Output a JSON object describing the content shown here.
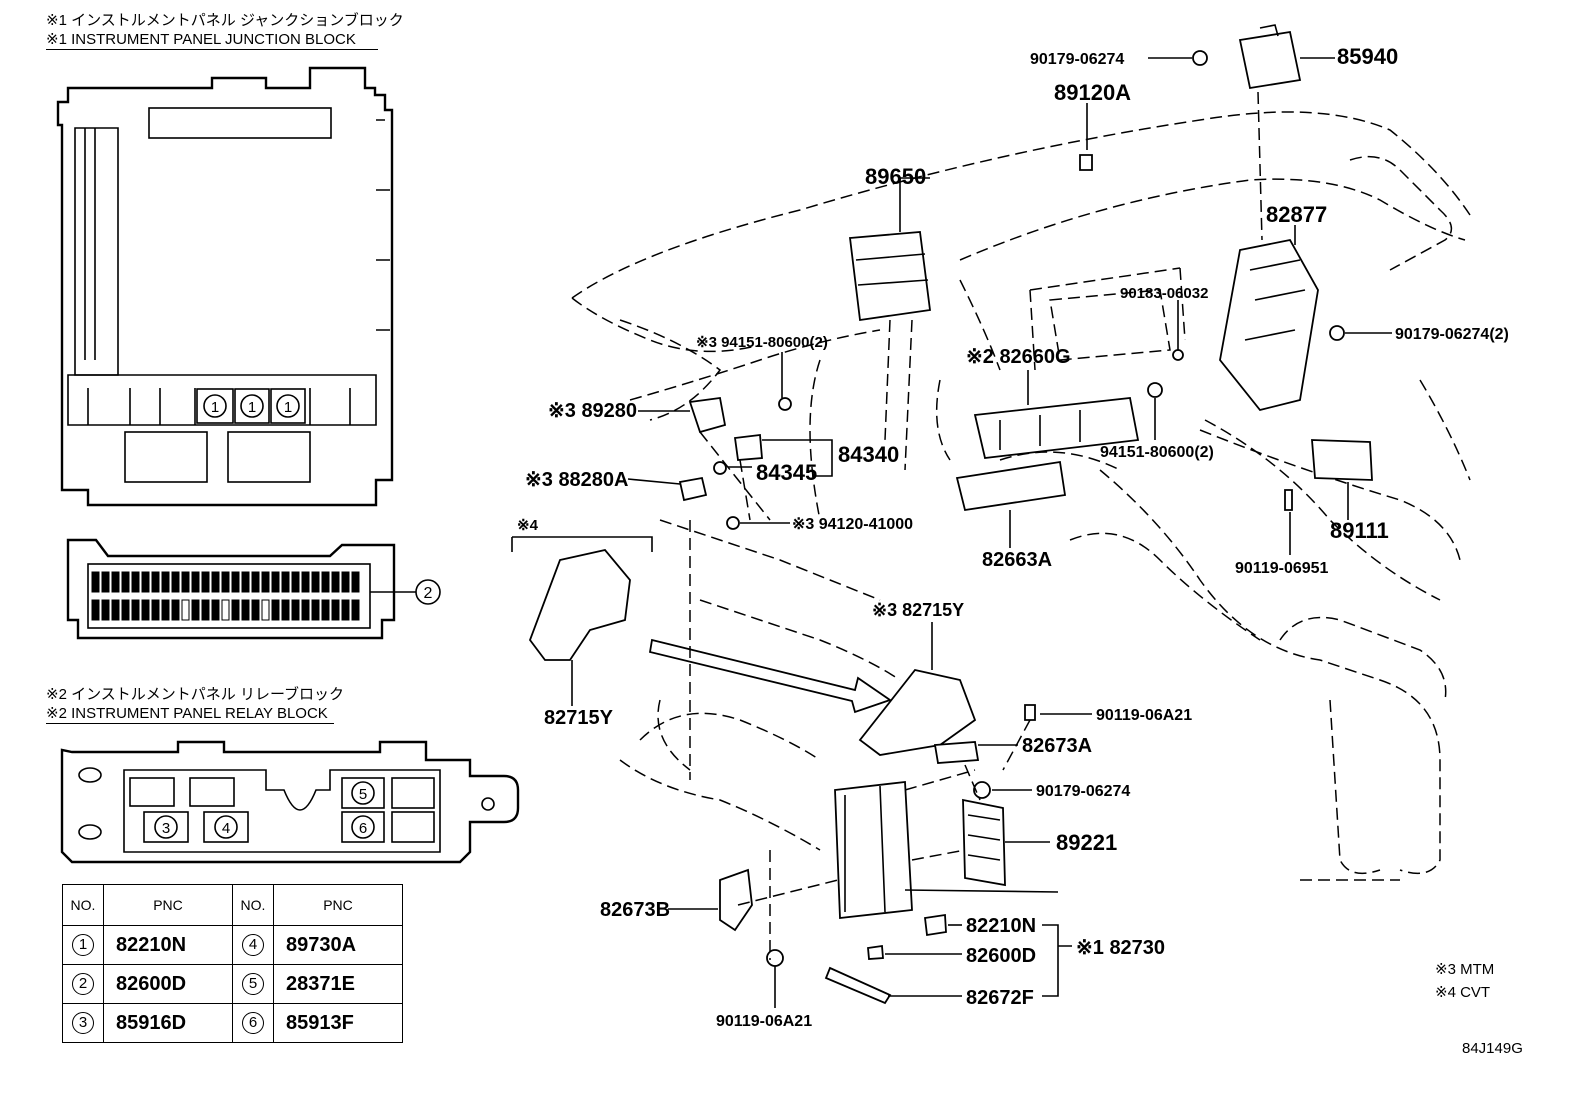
{
  "headers": {
    "jb_jp": "※1 インストルメントパネル ジャンクションブロック",
    "jb_en": "※1 INSTRUMENT PANEL JUNCTION BLOCK",
    "rb_jp": "※2 インストルメントパネル リレーブロック",
    "rb_en": "※2 INSTRUMENT PANEL RELAY BLOCK",
    "note4": "※4"
  },
  "callouts": {
    "c1": "1",
    "c2": "2",
    "c3": "3",
    "c4": "4",
    "c5": "5",
    "c6": "6"
  },
  "table": {
    "col_no": "NO.",
    "col_pnc": "PNC",
    "rows": [
      {
        "no": "1",
        "pnc": "82210N",
        "no2": "4",
        "pnc2": "89730A"
      },
      {
        "no": "2",
        "pnc": "82600D",
        "no2": "5",
        "pnc2": "28371E"
      },
      {
        "no": "3",
        "pnc": "85916D",
        "no2": "6",
        "pnc2": "85913F"
      }
    ]
  },
  "labels": {
    "p90179_top": "90179-06274",
    "p85940": "85940",
    "p89120A": "89120A",
    "p89650": "89650",
    "p82877": "82877",
    "p94151_a": "※3 94151-80600(2)",
    "p90183": "90183-06032",
    "p90179_2": "90179-06274(2)",
    "p82660G": "※2 82660G",
    "p89280": "※3 89280",
    "p84340": "84340",
    "p84345": "84345",
    "p88280A": "※3 88280A",
    "p94151_b": "94151-80600(2)",
    "p94120": "※3 94120-41000",
    "p89111": "89111",
    "p82663A": "82663A",
    "p90119_06951": "90119-06951",
    "p82715Y_left": "82715Y",
    "p82715Y_mid": "※3 82715Y",
    "p90119_06A21_r": "90119-06A21",
    "p82673A": "82673A",
    "p90179_bot": "90179-06274",
    "p89221": "89221",
    "p82673B": "82673B",
    "p82210N": "82210N",
    "p82600D": "82600D",
    "p82672F": "82672F",
    "p82730": "※1 82730",
    "p90119_06A21_b": "90119-06A21"
  },
  "notes": {
    "mtm": "※3 MTM",
    "cvt": "※4 CVT",
    "code": "84J149G"
  }
}
